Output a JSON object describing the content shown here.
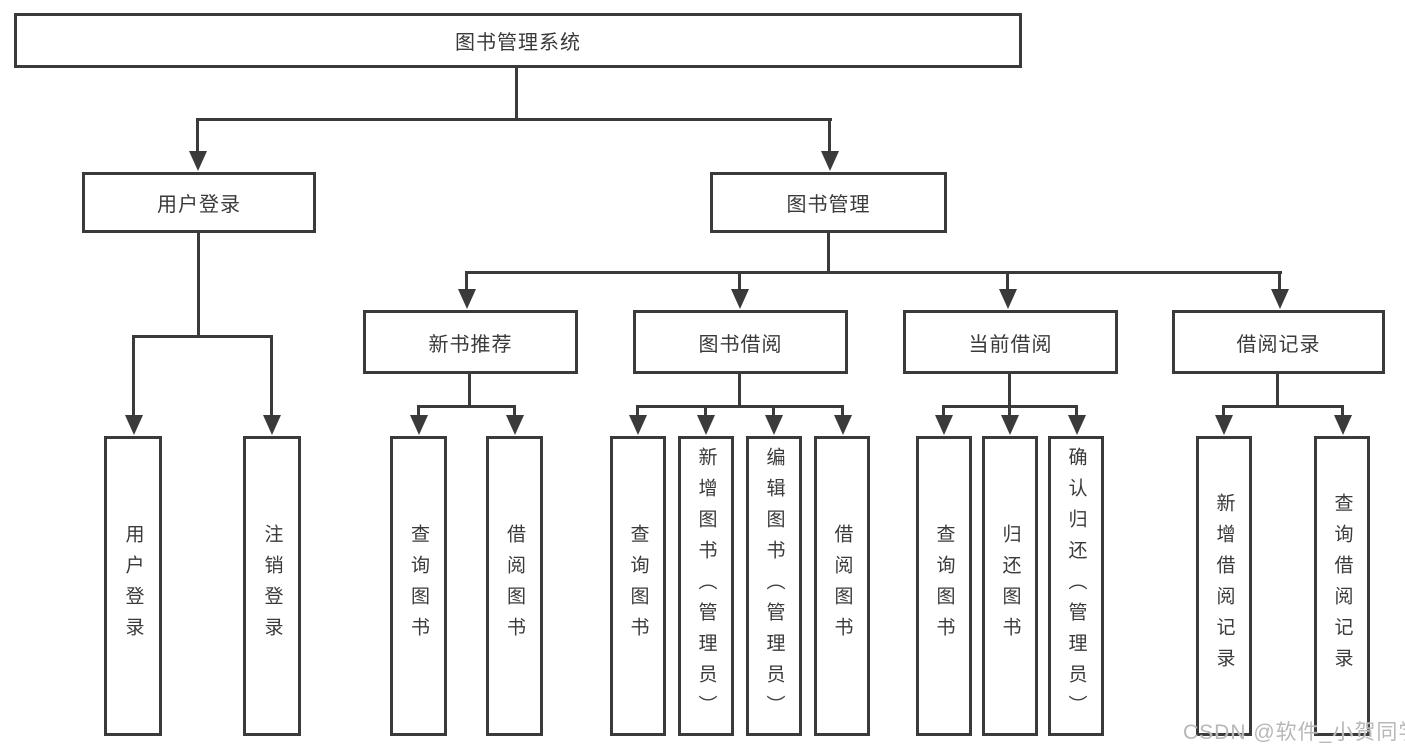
{
  "colors": {
    "line": "#3a3a3a",
    "text": "#3a3a3a",
    "watermark": "#b8b8b8",
    "background": "#ffffff"
  },
  "watermark": {
    "text": "CSDN @软件_小贺同学"
  },
  "tree": {
    "root": {
      "label": "图书管理系统",
      "children": [
        {
          "label": "用户登录",
          "children": [
            {
              "label": "用户登录"
            },
            {
              "label": "注销登录"
            }
          ]
        },
        {
          "label": "图书管理",
          "children": [
            {
              "label": "新书推荐",
              "children": [
                {
                  "label": "查询图书"
                },
                {
                  "label": "借阅图书"
                }
              ]
            },
            {
              "label": "图书借阅",
              "children": [
                {
                  "label": "查询图书"
                },
                {
                  "label": "新增图书（管理员）"
                },
                {
                  "label": "编辑图书（管理员）"
                },
                {
                  "label": "借阅图书"
                }
              ]
            },
            {
              "label": "当前借阅",
              "children": [
                {
                  "label": "查询图书"
                },
                {
                  "label": "归还图书"
                },
                {
                  "label": "确认归还（管理员）"
                }
              ]
            },
            {
              "label": "借阅记录",
              "children": [
                {
                  "label": "新增借阅记录"
                },
                {
                  "label": "查询借阅记录"
                }
              ]
            }
          ]
        }
      ]
    }
  }
}
